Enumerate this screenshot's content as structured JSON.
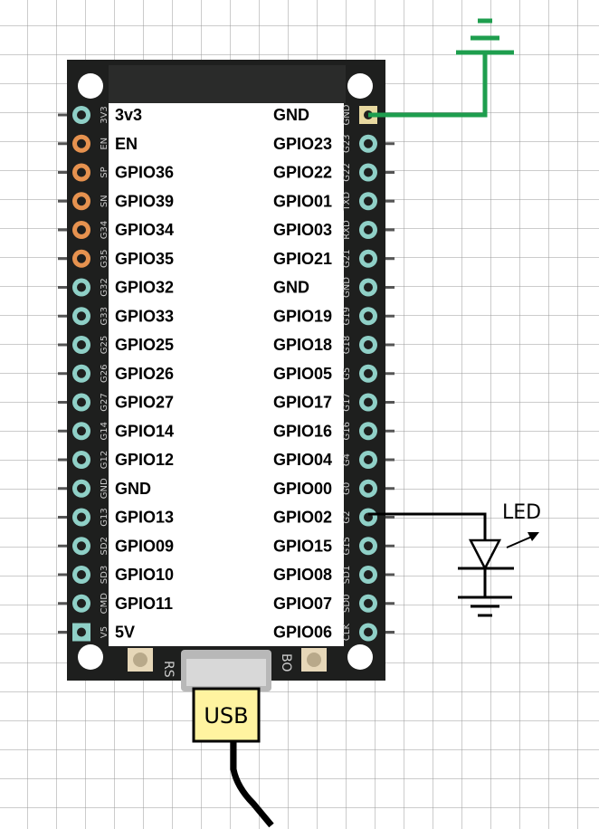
{
  "left_pins": [
    {
      "label": "3v3",
      "silk": "3V3",
      "color": "#8fd0c7"
    },
    {
      "label": "EN",
      "silk": "EN",
      "color": "#e6924f"
    },
    {
      "label": "GPIO36",
      "silk": "SP",
      "color": "#e6924f"
    },
    {
      "label": "GPIO39",
      "silk": "SN",
      "color": "#e6924f"
    },
    {
      "label": "GPIO34",
      "silk": "G34",
      "color": "#e6924f"
    },
    {
      "label": "GPIO35",
      "silk": "G35",
      "color": "#e6924f"
    },
    {
      "label": "GPIO32",
      "silk": "G32",
      "color": "#8fd0c7"
    },
    {
      "label": "GPIO33",
      "silk": "G33",
      "color": "#8fd0c7"
    },
    {
      "label": "GPIO25",
      "silk": "G25",
      "color": "#8fd0c7"
    },
    {
      "label": "GPIO26",
      "silk": "G26",
      "color": "#8fd0c7"
    },
    {
      "label": "GPIO27",
      "silk": "G27",
      "color": "#8fd0c7"
    },
    {
      "label": "GPIO14",
      "silk": "G14",
      "color": "#8fd0c7"
    },
    {
      "label": "GPIO12",
      "silk": "G12",
      "color": "#8fd0c7"
    },
    {
      "label": "GND",
      "silk": "GND",
      "color": "#8fd0c7"
    },
    {
      "label": "GPIO13",
      "silk": "G13",
      "color": "#8fd0c7"
    },
    {
      "label": "GPIO09",
      "silk": "SD2",
      "color": "#8fd0c7"
    },
    {
      "label": "GPIO10",
      "silk": "SD3",
      "color": "#8fd0c7"
    },
    {
      "label": "GPIO11",
      "silk": "CMD",
      "color": "#8fd0c7"
    },
    {
      "label": "5V",
      "silk": "V5",
      "color": "#8fd0c7"
    }
  ],
  "right_pins": [
    {
      "label": "GND",
      "silk": "GND",
      "color": "#e8d9a0"
    },
    {
      "label": "GPIO23",
      "silk": "G23",
      "color": "#8fd0c7"
    },
    {
      "label": "GPIO22",
      "silk": "G22",
      "color": "#8fd0c7"
    },
    {
      "label": "GPIO01",
      "silk": "TXD",
      "color": "#8fd0c7"
    },
    {
      "label": "GPIO03",
      "silk": "RXD",
      "color": "#8fd0c7"
    },
    {
      "label": "GPIO21",
      "silk": "G21",
      "color": "#8fd0c7"
    },
    {
      "label": "GND",
      "silk": "GND",
      "color": "#8fd0c7"
    },
    {
      "label": "GPIO19",
      "silk": "G19",
      "color": "#8fd0c7"
    },
    {
      "label": "GPIO18",
      "silk": "G18",
      "color": "#8fd0c7"
    },
    {
      "label": "GPIO05",
      "silk": "G5",
      "color": "#8fd0c7"
    },
    {
      "label": "GPIO17",
      "silk": "G17",
      "color": "#8fd0c7"
    },
    {
      "label": "GPIO16",
      "silk": "G16",
      "color": "#8fd0c7"
    },
    {
      "label": "GPIO04",
      "silk": "G4",
      "color": "#8fd0c7"
    },
    {
      "label": "GPIO00",
      "silk": "G0",
      "color": "#8fd0c7"
    },
    {
      "label": "GPIO02",
      "silk": "G2",
      "color": "#8fd0c7"
    },
    {
      "label": "GPIO15",
      "silk": "G15",
      "color": "#8fd0c7"
    },
    {
      "label": "GPIO08",
      "silk": "SD1",
      "color": "#8fd0c7"
    },
    {
      "label": "GPIO07",
      "silk": "SD0",
      "color": "#8fd0c7"
    },
    {
      "label": "GPIO06",
      "silk": "CLK",
      "color": "#8fd0c7"
    }
  ],
  "usb_label": "USB",
  "led_label": "LED",
  "button_left_label": "RS",
  "button_right_label": "BO",
  "colors": {
    "board": "#1e1f1e",
    "ground_wire": "#1e9e4e",
    "usb_box": "#fff3a0",
    "grid": "#9a9a9a"
  }
}
